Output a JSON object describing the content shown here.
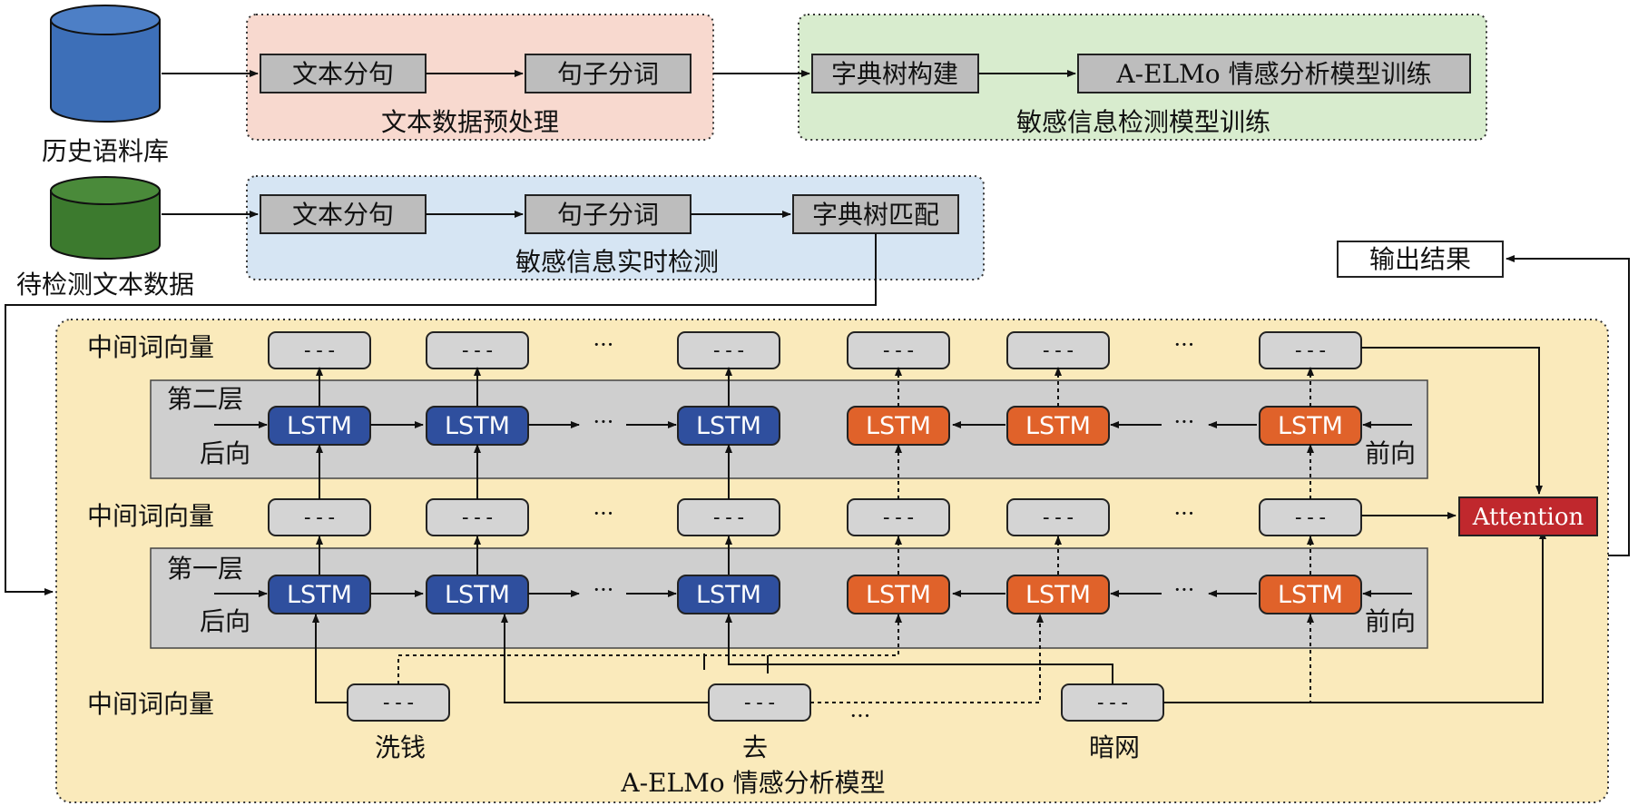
{
  "pipeline": {
    "history_corpus": "历史语料库",
    "pending_text": "待检测文本数据",
    "preprocess": {
      "title": "文本数据预处理",
      "step1": "文本分句",
      "step2": "句子分词"
    },
    "training": {
      "title": "敏感信息检测模型训练",
      "step1": "字典树构建",
      "step2": "A-ELMo 情感分析模型训练"
    },
    "realtime": {
      "title": "敏感信息实时检测",
      "step1": "文本分句",
      "step2": "句子分词",
      "step3": "字典树匹配"
    },
    "output": "输出结果"
  },
  "model": {
    "title": "A-ELMo 情感分析模型",
    "intermediate_vector": "中间词向量",
    "vector_placeholder": "---",
    "layer2": "第二层",
    "layer1": "第一层",
    "backward": "后向",
    "forward": "前向",
    "lstm": "LSTM",
    "attention": "Attention",
    "ellipsis": "···",
    "ellipsis_bottom": "···",
    "words": [
      "洗钱",
      "去",
      "暗网"
    ]
  },
  "colors": {
    "blue_cylinder": "#3d6fb8",
    "green_cylinder": "#3c7a2e",
    "preprocess_bg": "#f8d9cf",
    "training_bg": "#d8ecce",
    "realtime_bg": "#d6e5f3",
    "model_bg": "#faeabb",
    "layer_bg": "#cfcfcf",
    "lstm_blue": "#2f4f9e",
    "lstm_orange": "#e0622a",
    "attention_red": "#c0282d",
    "step_box": "#bdbdbd"
  }
}
